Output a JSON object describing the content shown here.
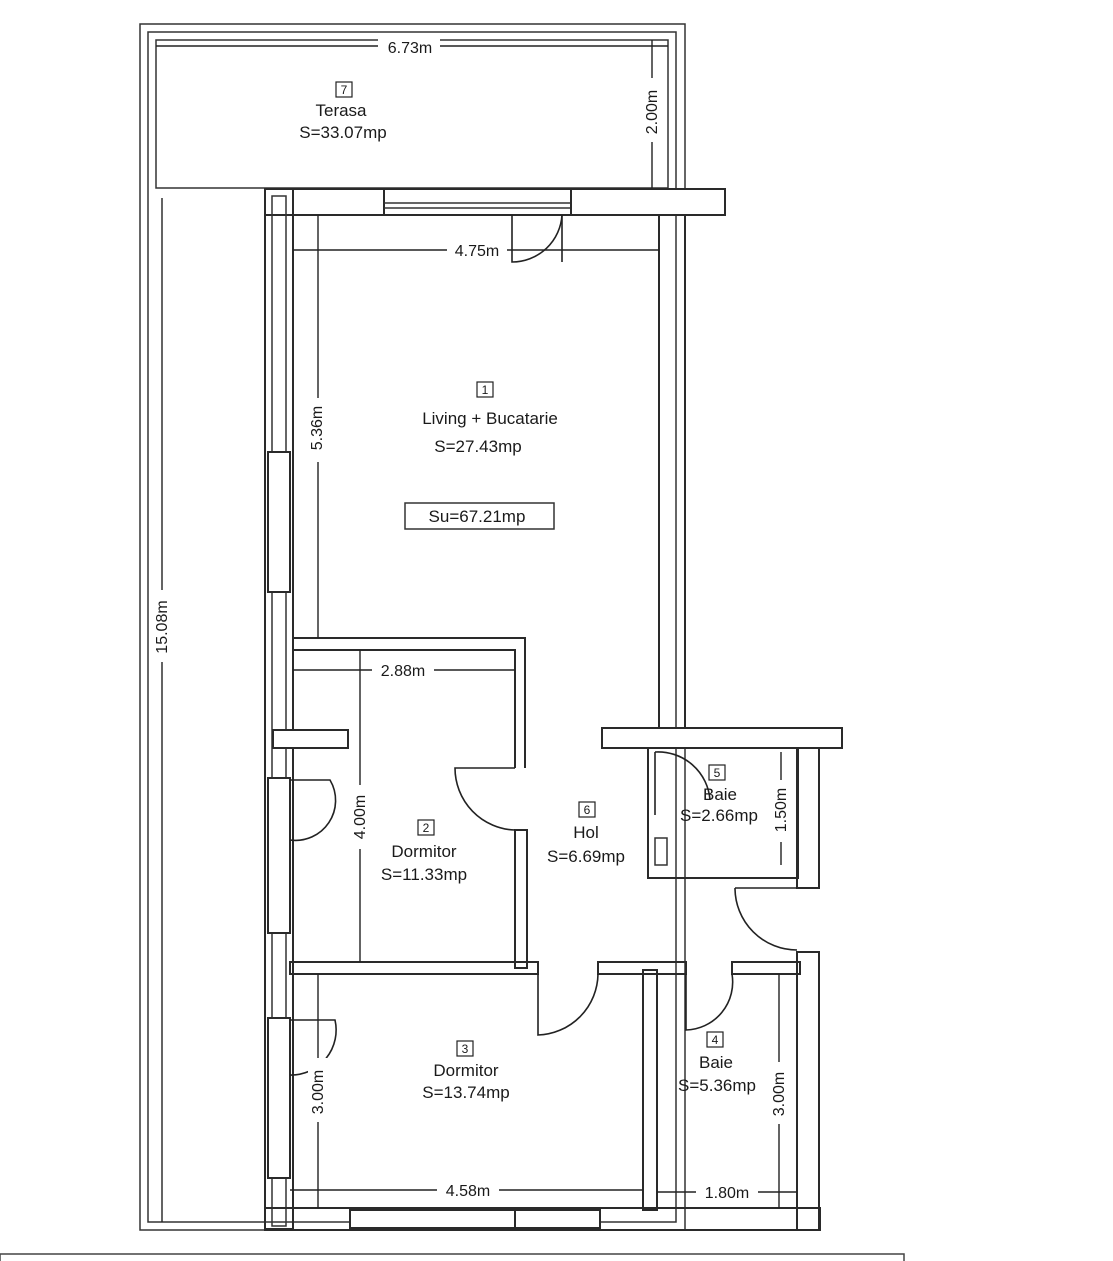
{
  "rooms": [
    {
      "number": "7",
      "name": "Terasa",
      "area": "S=33.07mp"
    },
    {
      "number": "1",
      "name": "Living + Bucatarie",
      "area": "S=27.43mp"
    },
    {
      "number": "2",
      "name": "Dormitor",
      "area": "S=11.33mp"
    },
    {
      "number": "6",
      "name": "Hol",
      "area": "S=6.69mp"
    },
    {
      "number": "5",
      "name": "Baie",
      "area": "S=2.66mp"
    },
    {
      "number": "3",
      "name": "Dormitor",
      "area": "S=13.74mp"
    },
    {
      "number": "4",
      "name": "Baie",
      "area": "S=5.36mp"
    }
  ],
  "total_area": "Su=67.21mp",
  "dimensions": {
    "terrace_width": "6.73m",
    "terrace_depth": "2.00m",
    "overall_length": "15.08m",
    "living_width": "4.75m",
    "living_length": "5.36m",
    "bedroom2_width": "2.88m",
    "bedroom2_length": "4.00m",
    "bath5_length": "1.50m",
    "bedroom3_depth": "3.00m",
    "bedroom3_width": "4.58m",
    "bath4_depth": "3.00m",
    "bath4_width": "1.80m"
  }
}
